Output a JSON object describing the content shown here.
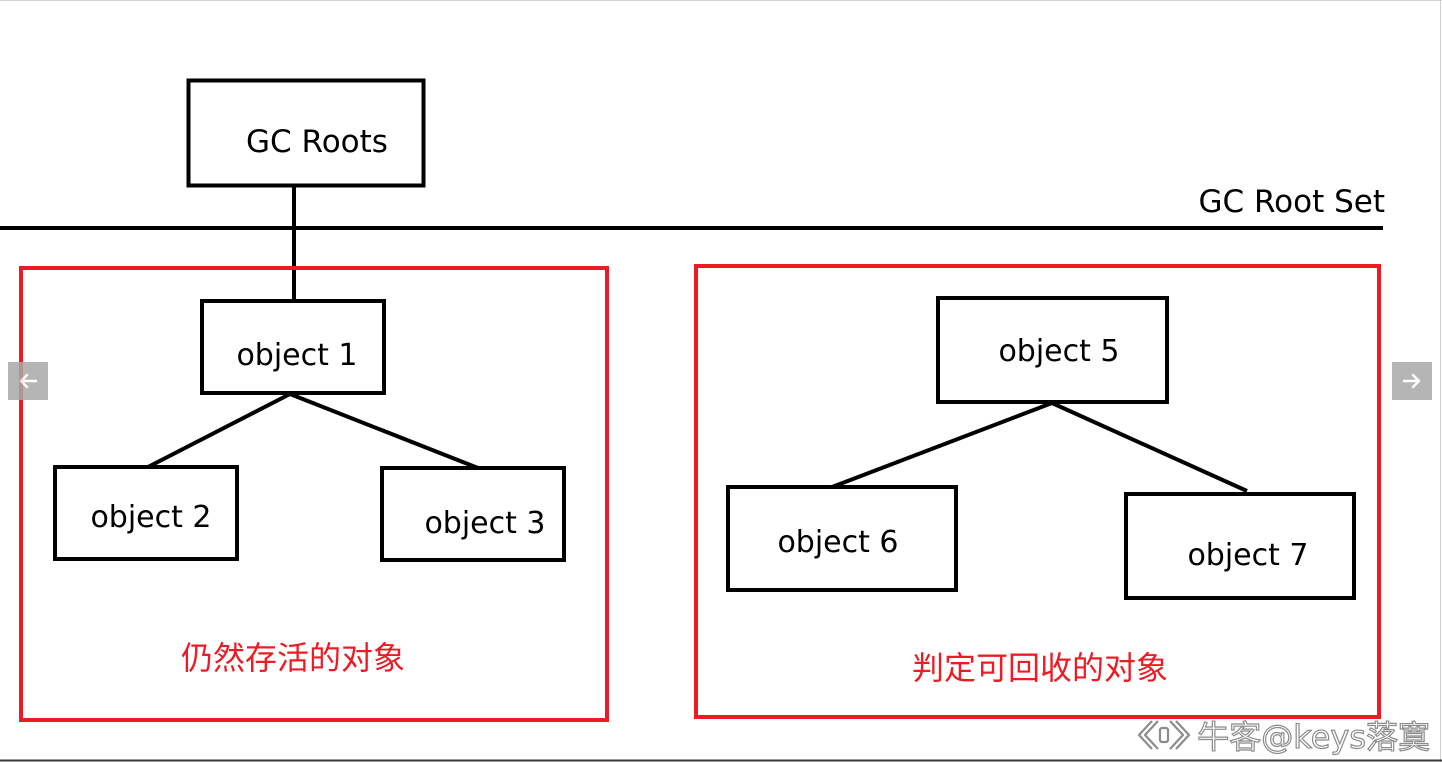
{
  "diagram": {
    "root_label": "GC Roots",
    "root_set_label": "GC Root Set",
    "live_group": {
      "caption": "仍然存活的对象",
      "objects": [
        "object 1",
        "object 2",
        "object 3"
      ],
      "reached_from_root": true,
      "links": [
        [
          0,
          1
        ],
        [
          0,
          2
        ]
      ]
    },
    "collectable_group": {
      "caption": "判定可回收的对象",
      "objects": [
        "object 5",
        "object 6",
        "object 7"
      ],
      "reached_from_root": false,
      "links": [
        [
          0,
          1
        ],
        [
          0,
          2
        ]
      ]
    }
  },
  "viewer": {
    "prev_button": {
      "icon": "arrow-left-icon"
    },
    "next_button": {
      "icon": "arrow-right-icon"
    }
  },
  "watermark": {
    "logo_icon": "nowcoder-logo-icon",
    "text": "牛客@keys落寞"
  },
  "colors": {
    "background": "#ffffff",
    "node_border": "#000000",
    "group_border": "#ed1c24",
    "caption_text": "#ed1c24",
    "viewer_button": "#a9a9a9",
    "viewer_arrow": "#ffffff"
  }
}
